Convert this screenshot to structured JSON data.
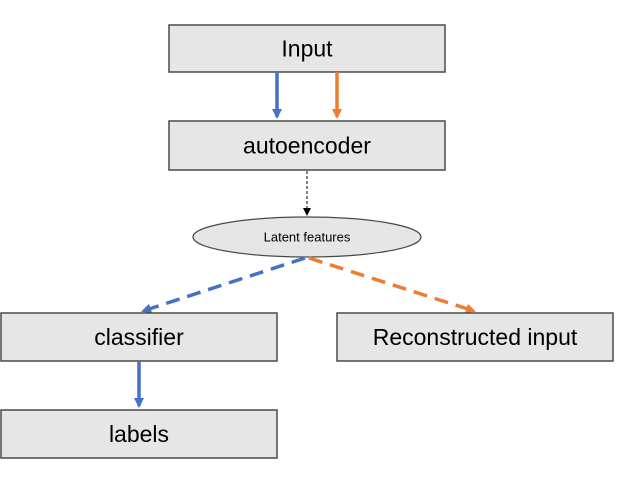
{
  "nodes": {
    "input": "Input",
    "autoencoder": "autoencoder",
    "latent": "Latent features",
    "classifier": "classifier",
    "reconstructed": "Reconstructed input",
    "labels": "labels"
  },
  "colors": {
    "classification_path": "#4472c4",
    "reconstruction_path": "#ed7d31",
    "latent_link": "#000000",
    "node_fill": "#e7e6e6",
    "node_border": "#4a4a4a"
  }
}
